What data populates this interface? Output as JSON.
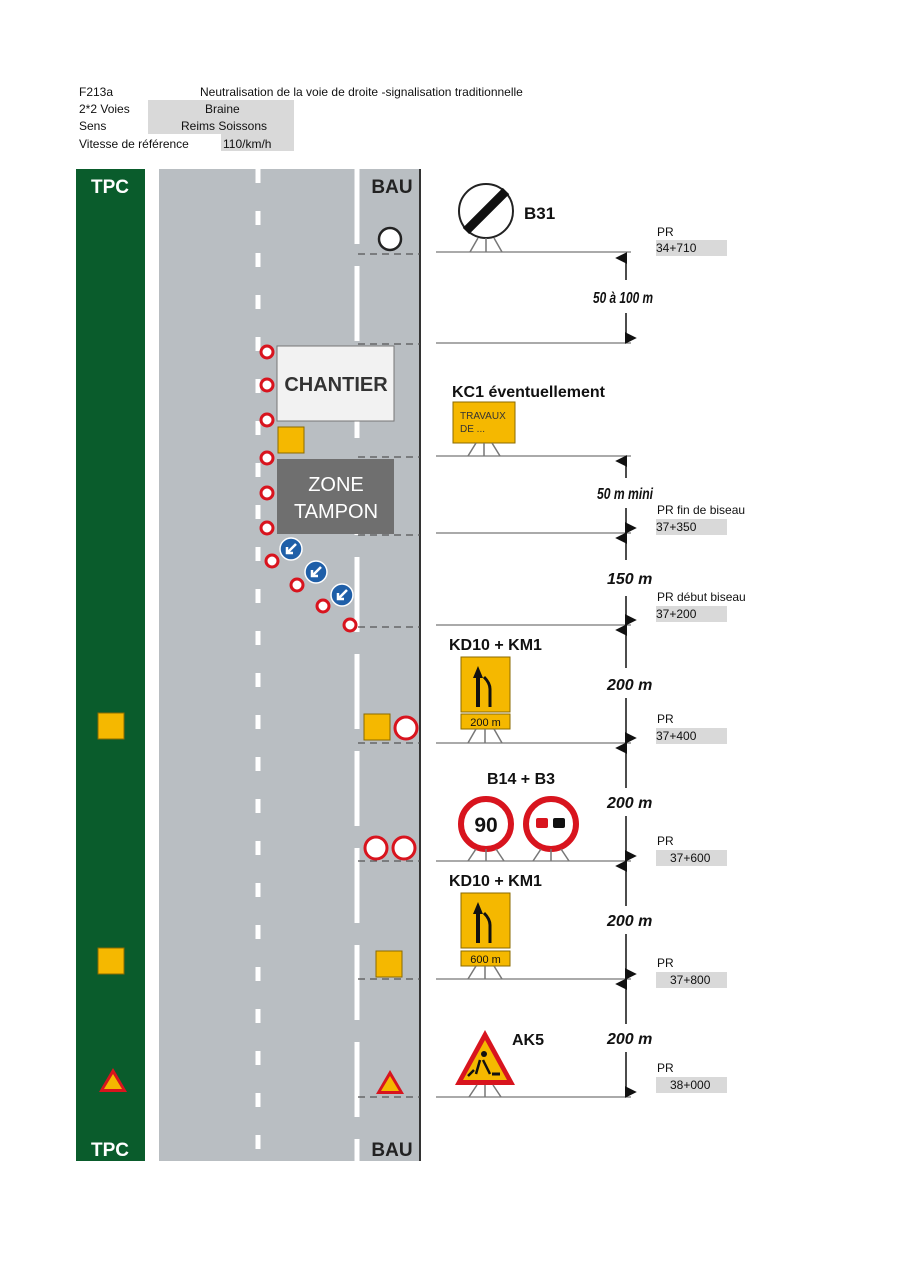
{
  "header": {
    "code": "F213a",
    "title": "Neutralisation de la voie de droite -signalisation traditionnelle",
    "voies_label": "2*2 Voies",
    "voies_value": "Braine",
    "sens_label": "Sens",
    "sens_value": "Reims Soissons",
    "vitesse_label": "Vitesse de référence",
    "vitesse_value": "110/km/h"
  },
  "road": {
    "tpc_top": "TPC",
    "tpc_bottom": "TPC",
    "bau_top": "BAU",
    "bau_bottom": "BAU",
    "chantier": "CHANTIER",
    "zone_line1": "ZONE",
    "zone_line2": "TAMPON"
  },
  "signs": {
    "b31": "B31",
    "kc1": "KC1 éventuellement",
    "kc1_panel_line1": "TRAVAUX",
    "kc1_panel_line2": "DE ...",
    "kd10_1": "KD10 + KM1",
    "km1_1": "200 m",
    "b14_b3": "B14 + B3",
    "b14_speed": "90",
    "kd10_2": "KD10 + KM1",
    "km1_2": "600 m",
    "ak5": "AK5"
  },
  "distances": {
    "d1": "50 à 100 m",
    "d2": "50 m mini",
    "d3": "150 m",
    "d4": "200 m",
    "d5": "200 m",
    "d6": "200 m",
    "d7": "200 m"
  },
  "pr": [
    {
      "label": "PR",
      "value": "34+710"
    },
    {
      "label": "PR fin de biseau",
      "value": "37+350"
    },
    {
      "label": "PR début biseau",
      "value": "37+200"
    },
    {
      "label": "PR",
      "value": "37+400"
    },
    {
      "label": "PR",
      "value": "37+600"
    },
    {
      "label": "PR",
      "value": "37+800"
    },
    {
      "label": "PR",
      "value": "38+000"
    }
  ],
  "colors": {
    "tpc_green": "#0a5c2c",
    "road_grey": "#b9bec2",
    "sign_yellow": "#f5b800",
    "sign_red": "#d8141e",
    "sign_blue": "#1f5fa8"
  }
}
